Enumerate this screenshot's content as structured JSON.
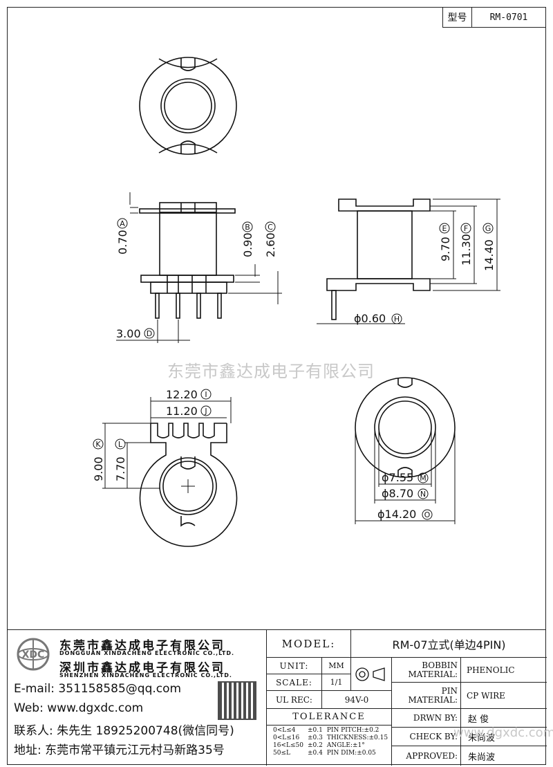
{
  "header": {
    "model_label": "型号",
    "model_code": "RM-0701"
  },
  "watermark": "东莞市鑫达成电子有限公司",
  "watermark_bottom": "www.dgxdc.com",
  "dims": {
    "A": {
      "value": "0.70",
      "tag": "A"
    },
    "B": {
      "value": "0.90",
      "tag": "B"
    },
    "C": {
      "value": "2.60",
      "tag": "C"
    },
    "D": {
      "value": "3.00",
      "tag": "D"
    },
    "E": {
      "value": "9.70",
      "tag": "E"
    },
    "F": {
      "value": "11.30",
      "tag": "F"
    },
    "G": {
      "value": "14.40",
      "tag": "G"
    },
    "H": {
      "value": "ϕ0.60",
      "tag": "H"
    },
    "I": {
      "value": "12.20",
      "tag": "I"
    },
    "J": {
      "value": "11.20",
      "tag": "J"
    },
    "K": {
      "value": "9.00",
      "tag": "K"
    },
    "L": {
      "value": "7.70",
      "tag": "L"
    },
    "M": {
      "value": "ϕ7.55",
      "tag": "M"
    },
    "N": {
      "value": "ϕ8.70",
      "tag": "N"
    },
    "O": {
      "value": "ϕ14.20",
      "tag": "O"
    }
  },
  "company": {
    "name_cn_1": "东莞市鑫达成电子有限公司",
    "name_en_1": "DONGGUAN XINDACHENG ELECTRONIC CO.,LTD.",
    "name_cn_2": "深圳市鑫达成电子有限公司",
    "name_en_2": "SHENZHEN XINDACHENG ELECTRONIC CO.,LTD.",
    "email": "E-mail: 351158585@qq.com",
    "web": "Web: www.dgxdc.com",
    "contact": "联系人: 朱先生 18925200748(微信同号)",
    "address": "地址: 东莞市常平镇元江元村马新路35号"
  },
  "titleblock": {
    "model_label": "MODEL:",
    "model_value": "RM-07立式(单边4PIN)",
    "unit_label": "UNIT:",
    "unit_value": "MM",
    "scale_label": "SCALE:",
    "scale_value": "1/1",
    "ulrec_label": "UL REC:",
    "ulrec_value": "94V-0",
    "bobbin_label_1": "BOBBIN",
    "bobbin_label_2": "MATERIAL:",
    "bobbin_value": "PHENOLIC",
    "pin_label_1": "PIN",
    "pin_label_2": "MATERIAL:",
    "pin_value": "CP WIRE",
    "tolerance_label": "TOLERANCE",
    "drawn_label": "DRWN BY:",
    "drawn_value": "赵  俊",
    "check_label": "CHECK BY:",
    "check_value": "朱尚波",
    "approved_label": "APPROVED:",
    "approved_value": "朱尚波",
    "tol": [
      {
        "range": "0<L≤4",
        "tol": "±0.1",
        "item": "PIN PITCH:±0.2"
      },
      {
        "range": "0<L≤16",
        "tol": "±0.3",
        "item": "THICKNESS:±0.15"
      },
      {
        "range": "16<L≤50",
        "tol": "±0.2",
        "item": "ANGLE:±1°"
      },
      {
        "range": "50≤L",
        "tol": "±0.4",
        "item": "PIN DIM:±0.05"
      }
    ]
  }
}
